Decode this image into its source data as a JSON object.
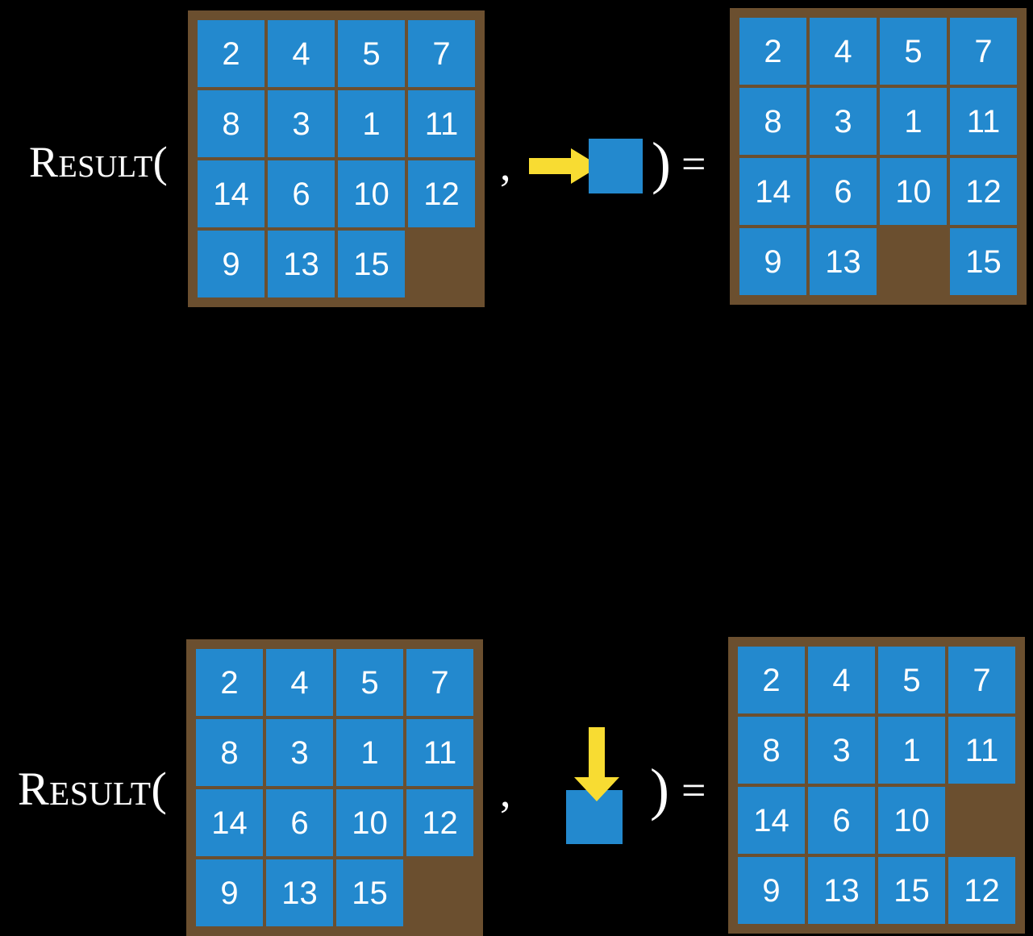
{
  "colors": {
    "background": "#000000",
    "board": "#6B4F2F",
    "tile": "#2389CE",
    "tile_text": "#FFFFFF",
    "arrow": "#F8DC32",
    "text": "#FFFFFF"
  },
  "rows": [
    {
      "label": "Result(",
      "comma": ",",
      "close_paren": ")",
      "equals": "=",
      "move_direction": "right",
      "move_arrow_icon": "arrow-right-icon",
      "input_board": {
        "cells": [
          [
            "2",
            "4",
            "5",
            "7"
          ],
          [
            "8",
            "3",
            "1",
            "11"
          ],
          [
            "14",
            "6",
            "10",
            "12"
          ],
          [
            "9",
            "13",
            "15",
            ""
          ]
        ]
      },
      "output_board": {
        "cells": [
          [
            "2",
            "4",
            "5",
            "7"
          ],
          [
            "8",
            "3",
            "1",
            "11"
          ],
          [
            "14",
            "6",
            "10",
            "12"
          ],
          [
            "9",
            "13",
            "",
            "15"
          ]
        ]
      }
    },
    {
      "label": "Result(",
      "comma": ",",
      "close_paren": ")",
      "equals": "=",
      "move_direction": "down",
      "move_arrow_icon": "arrow-down-icon",
      "input_board": {
        "cells": [
          [
            "2",
            "4",
            "5",
            "7"
          ],
          [
            "8",
            "3",
            "1",
            "11"
          ],
          [
            "14",
            "6",
            "10",
            "12"
          ],
          [
            "9",
            "13",
            "15",
            ""
          ]
        ]
      },
      "output_board": {
        "cells": [
          [
            "2",
            "4",
            "5",
            "7"
          ],
          [
            "8",
            "3",
            "1",
            "11"
          ],
          [
            "14",
            "6",
            "10",
            ""
          ],
          [
            "9",
            "13",
            "15",
            "12"
          ]
        ]
      }
    }
  ]
}
